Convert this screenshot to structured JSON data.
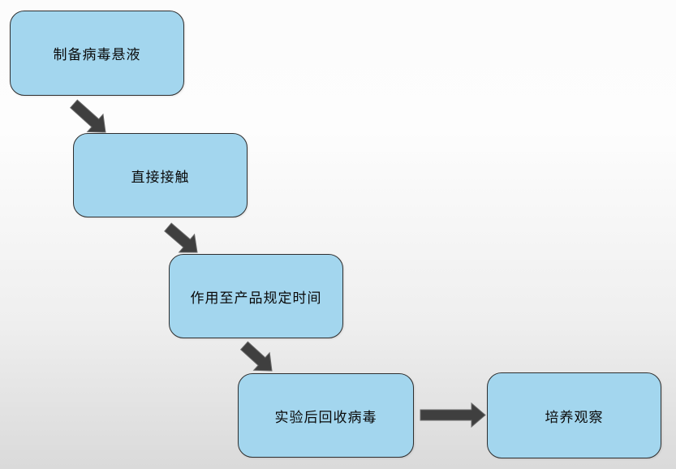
{
  "diagram": {
    "type": "flowchart",
    "nodes": [
      {
        "label": "制备病毒悬液"
      },
      {
        "label": "直接接触"
      },
      {
        "label": "作用至产品规定时间"
      },
      {
        "label": "实验后回收病毒"
      },
      {
        "label": "培养观察"
      }
    ],
    "edges": [
      {
        "from": "制备病毒悬液",
        "to": "直接接触",
        "direction": "down-right"
      },
      {
        "from": "直接接触",
        "to": "作用至产品规定时间",
        "direction": "down-right"
      },
      {
        "from": "作用至产品规定时间",
        "to": "实验后回收病毒",
        "direction": "down-right"
      },
      {
        "from": "实验后回收病毒",
        "to": "培养观察",
        "direction": "right"
      }
    ],
    "colors": {
      "node_fill": "#A3D6EE",
      "node_border": "#2F2F2F",
      "arrow": "#3F3F3F",
      "arrow_edge": "#6A6A6A",
      "text": "#0A0A0A",
      "background_top": "#FCFCFC",
      "background_bottom": "#DADADA"
    }
  }
}
